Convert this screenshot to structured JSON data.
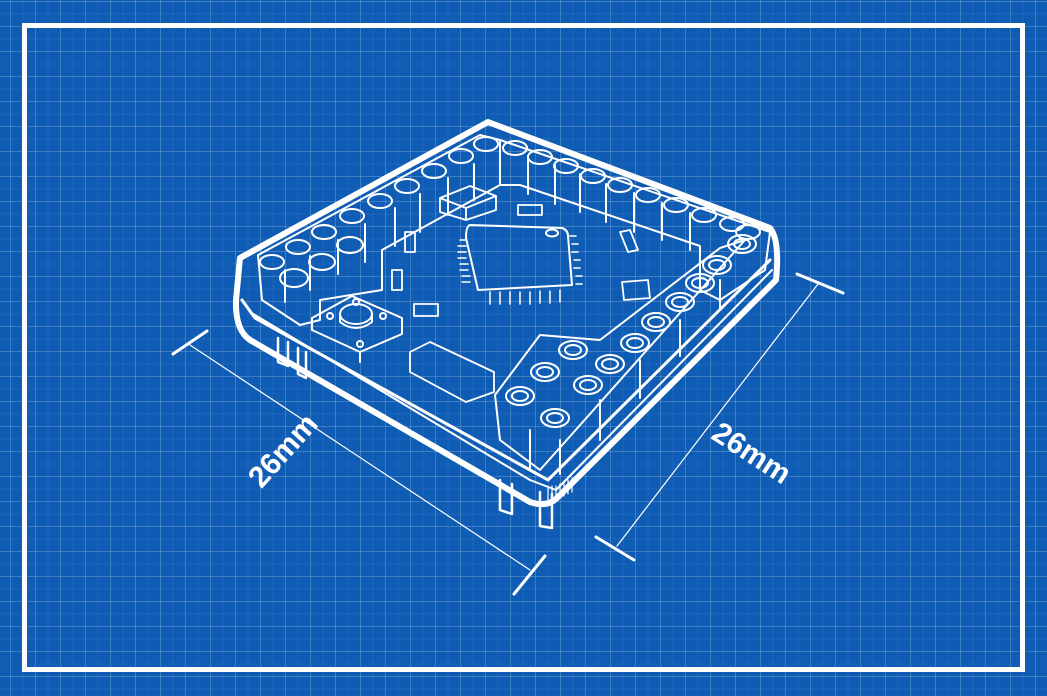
{
  "illustration": {
    "style": "blueprint",
    "subject": "microcontroller board with pin headers, QFP chip, push button and SMD components",
    "colors": {
      "background": "#0f5cb5",
      "grid_line": "#ffffff",
      "line_art": "#ffffff",
      "frame": "#ffffff"
    }
  },
  "dimensions": {
    "left": {
      "label": "26mm"
    },
    "right": {
      "label": "26mm"
    }
  }
}
